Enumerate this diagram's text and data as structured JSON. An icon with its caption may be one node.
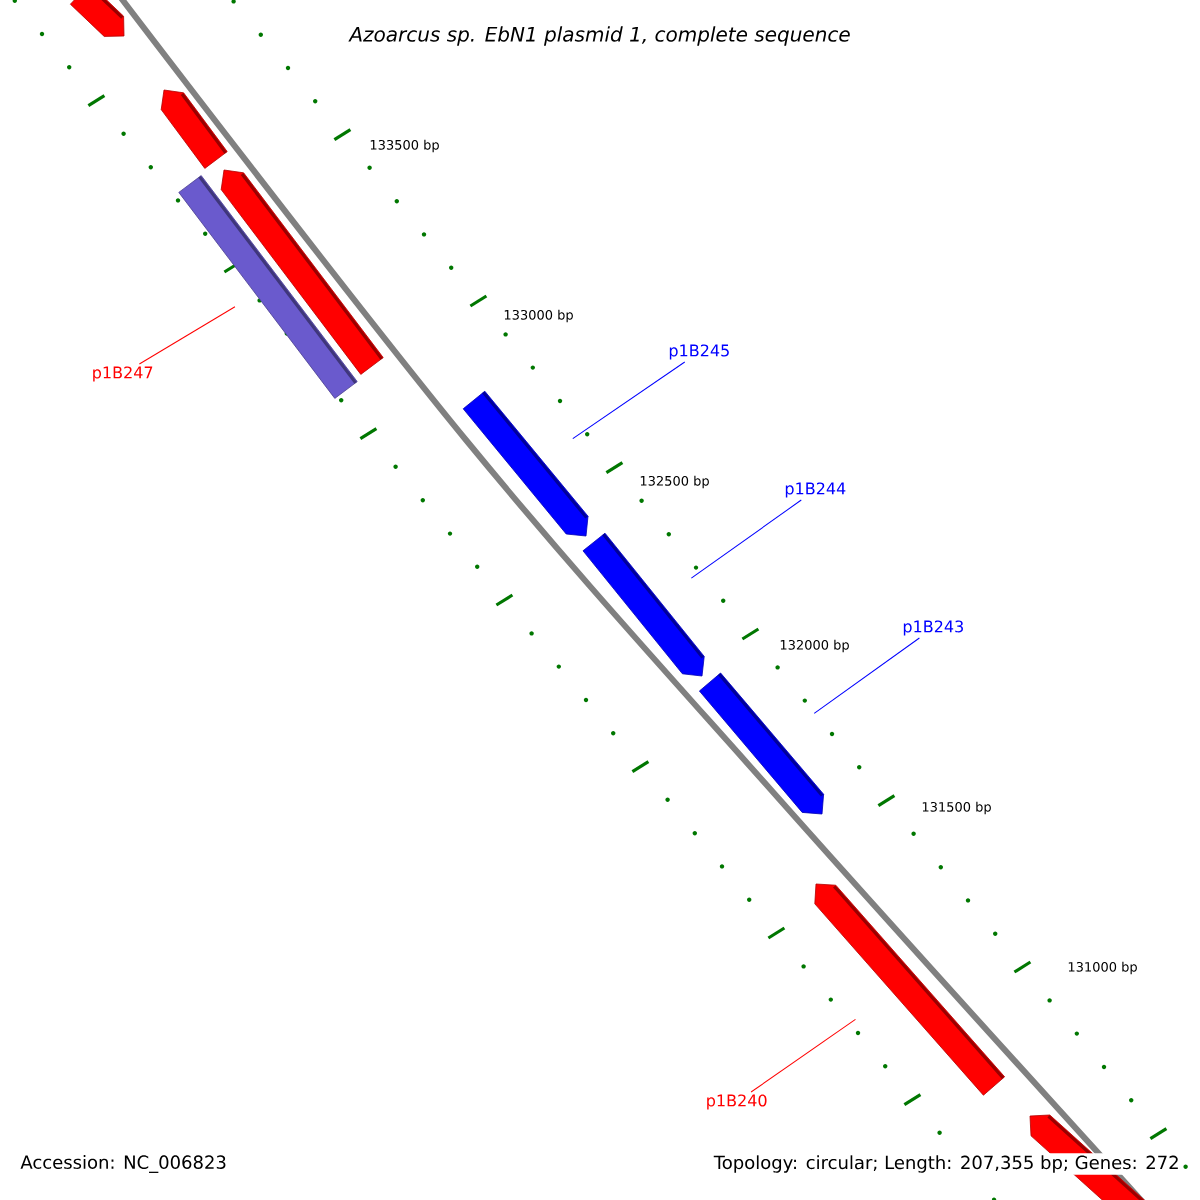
{
  "diagram": {
    "title": "Azoarcus sp. EbN1 plasmid 1, complete sequence",
    "nodes": [
      {
        "text": [
          "p1B245"
        ]
      },
      {
        "text": [
          "p1B247"
        ]
      },
      {
        "text": [
          "p1B244"
        ]
      },
      {
        "text": [
          "p1B243"
        ]
      },
      {
        "text": [
          "p1B240"
        ]
      },
      {
        "text": [],
        "shape": "bar"
      },
      {
        "text": [],
        "shape": "bar"
      },
      {
        "text": [],
        "shape": "bar"
      },
      {
        "text": [],
        "shape": "bar"
      },
      {
        "text": [],
        "shape": "bar"
      }
    ],
    "edges": [
      {
        "from": 0,
        "to": 6,
        "arrow": "none"
      },
      {
        "from": 1,
        "to": 5,
        "arrow": "none",
        "color": "#ff0000"
      },
      {
        "from": 2,
        "to": 7,
        "arrow": "none"
      },
      {
        "from": 3,
        "to": 8,
        "arrow": "none"
      },
      {
        "from": 4,
        "to": 9,
        "arrow": "none",
        "color": "#ff0000"
      }
    ],
    "labels": [
      "133500 bp",
      "133000 bp",
      "132500 bp",
      "132000 bp",
      "131500 bp",
      "131000 bp",
      "Accession: NC_006823",
      "Topology: circular; Length: 207,355 bp; Genes: 272"
    ]
  }
}
